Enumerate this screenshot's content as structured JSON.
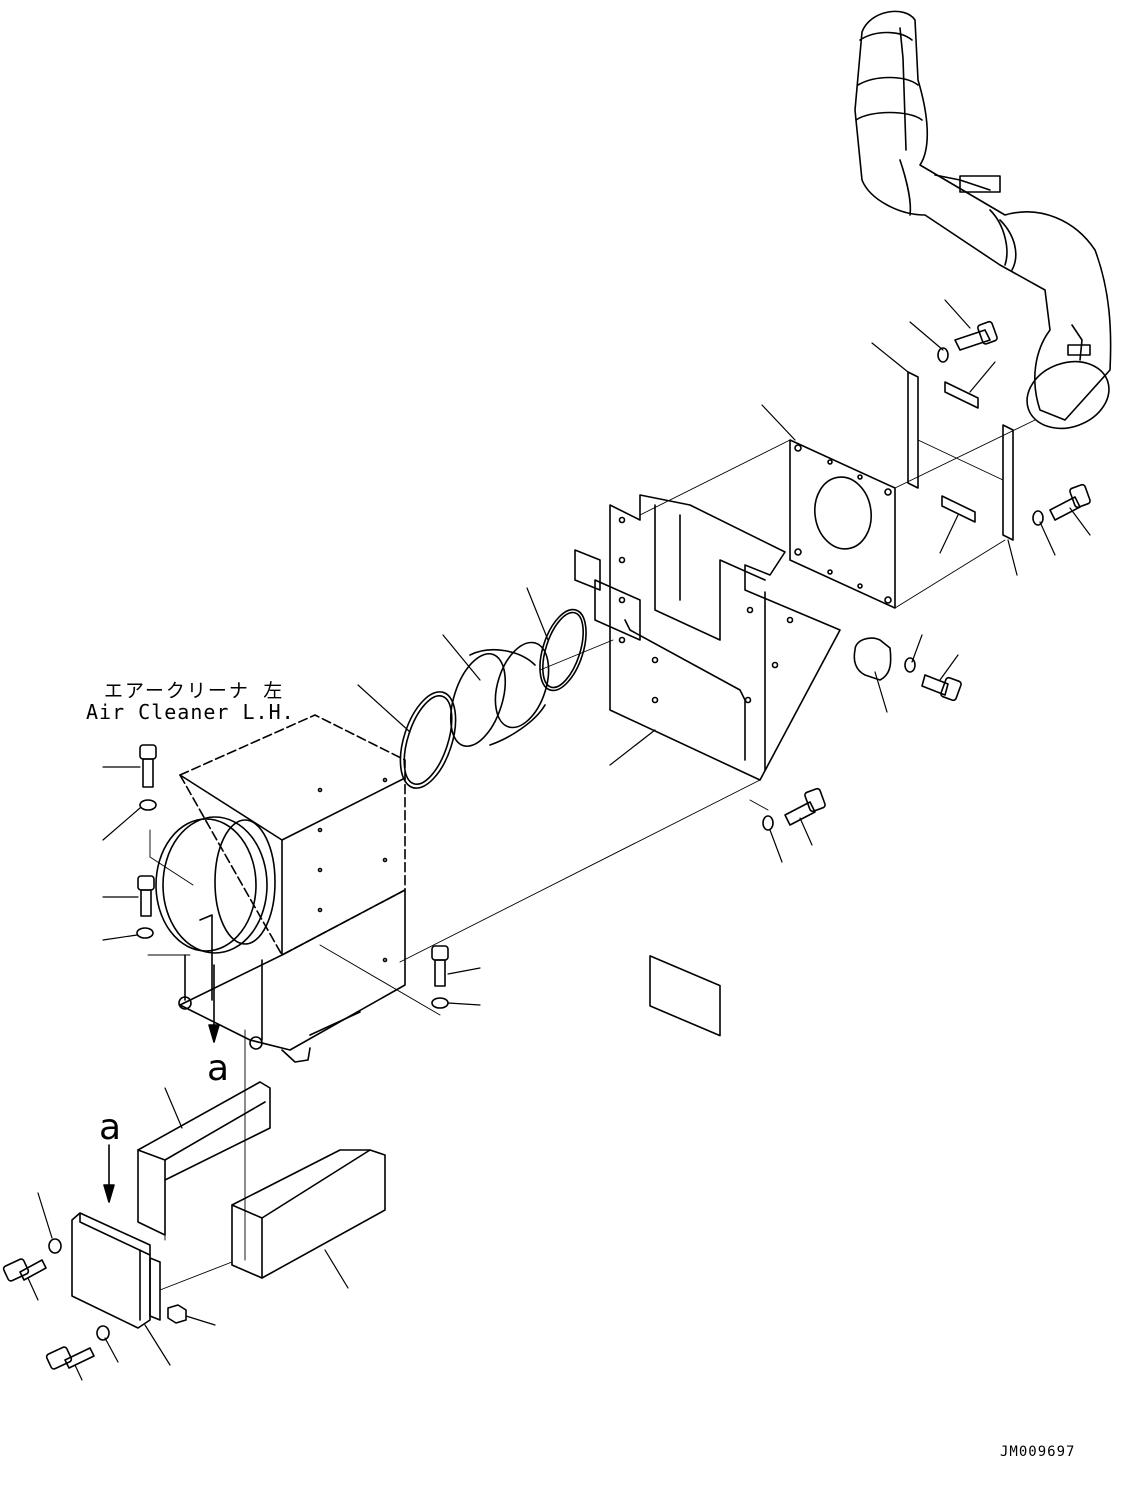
{
  "labels": {
    "air_cleaner_jp": "エアークリーナ 左",
    "air_cleaner_en": "Air Cleaner L.H.",
    "view_marker_1": "a",
    "view_marker_2": "a",
    "drawing_number": "JM009697"
  }
}
